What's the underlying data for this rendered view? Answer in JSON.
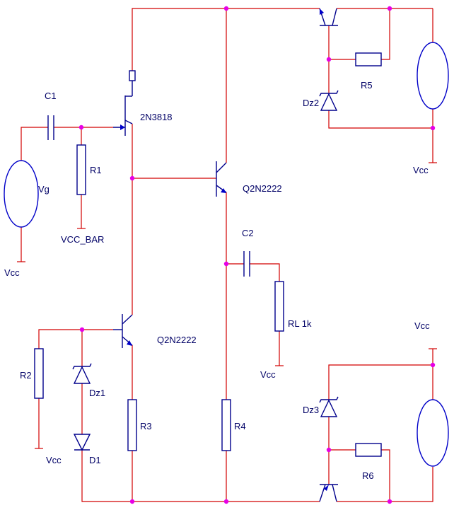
{
  "diagram": {
    "labels": {
      "c1": "C1",
      "r1": "R1",
      "vg": "Vg",
      "vcc_bar": "VCC_BAR",
      "vcc_left": "Vcc",
      "jfet": "2N3818",
      "q_mid": "Q2N2222",
      "q_low": "Q2N2222",
      "c2": "C2",
      "rl": "RL  1k",
      "vcc_rl": "Vcc",
      "r5": "R5",
      "dz2": "Dz2",
      "vcc_top_right": "Vcc",
      "r2": "R2",
      "dz1": "Dz1",
      "d1": "D1",
      "vcc_r2": "Vcc",
      "r3": "R3",
      "r4": "R4",
      "vcc_bottom_right": "Vcc",
      "dz3": "Dz3",
      "r6": "R6"
    },
    "colors": {
      "wire": "#d20000",
      "component": "#00008c",
      "node": "#e600e6",
      "text": "#000066"
    }
  }
}
